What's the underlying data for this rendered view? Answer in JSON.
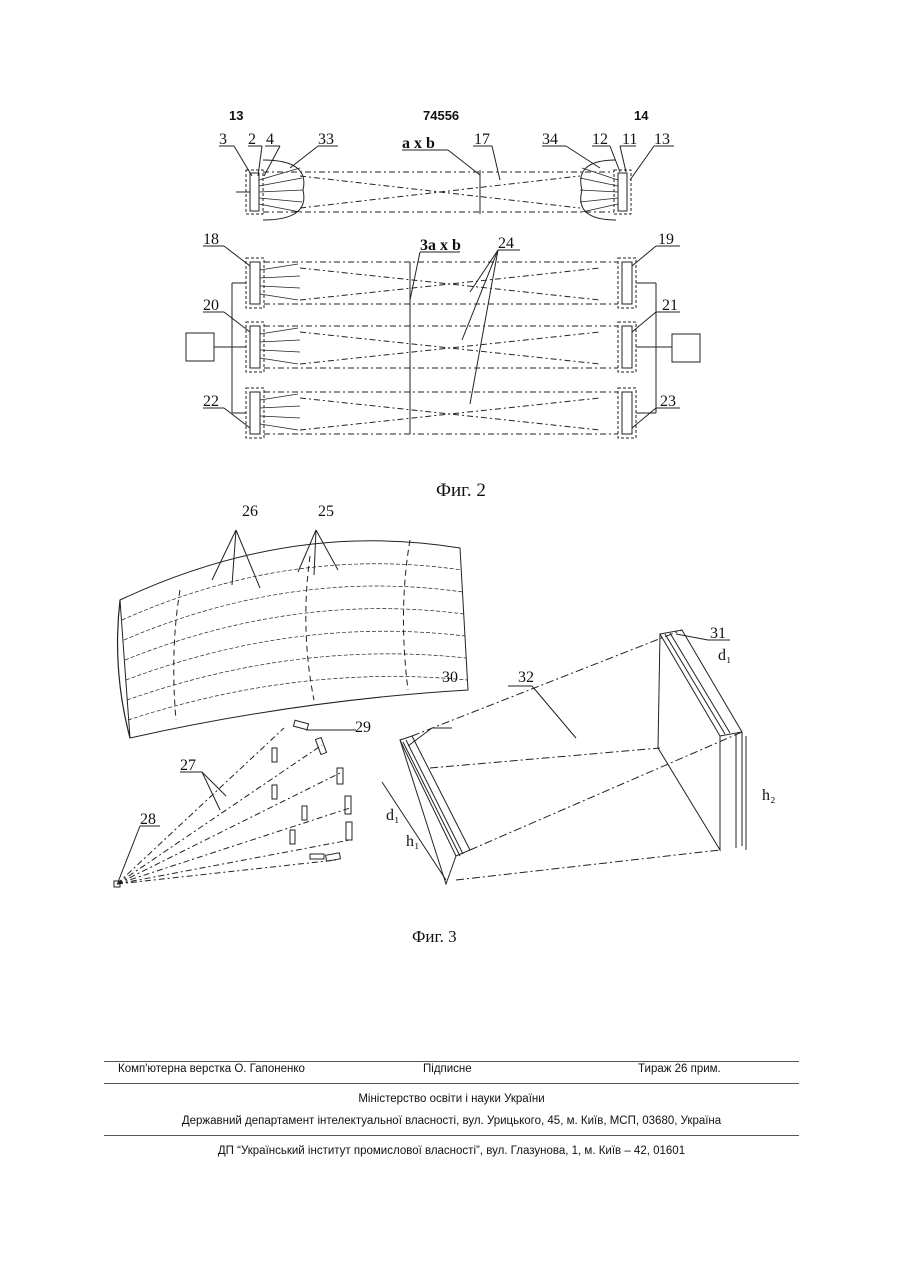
{
  "header": {
    "col_left": "13",
    "patent_number": "74556",
    "col_right": "14"
  },
  "fig2": {
    "caption": "Фиг. 2",
    "labels": [
      "3",
      "2",
      "4",
      "33",
      "a x b",
      "17",
      "34",
      "12",
      "11",
      "13",
      "18",
      "3a x b",
      "24",
      "19",
      "20",
      "21",
      "22",
      "23"
    ]
  },
  "fig3": {
    "caption": "Фиг. 3",
    "labels": [
      "26",
      "25",
      "29",
      "27",
      "28",
      "30",
      "32",
      "31",
      "d₁",
      "h₂",
      "d₁",
      "h₁"
    ]
  },
  "footer": {
    "layout": "Комп'ютерна верстка О. Гапоненко",
    "signed": "Підписне",
    "print_run": "Тираж 26 прим.",
    "ministry": "Міністерство освіти і науки України",
    "department": "Державний департамент інтелектуальної власності, вул. Урицького, 45, м. Київ, МСП, 03680, Україна",
    "institute": "ДП “Український інститут промислової власності”, вул. Глазунова, 1, м. Київ – 42, 01601"
  }
}
